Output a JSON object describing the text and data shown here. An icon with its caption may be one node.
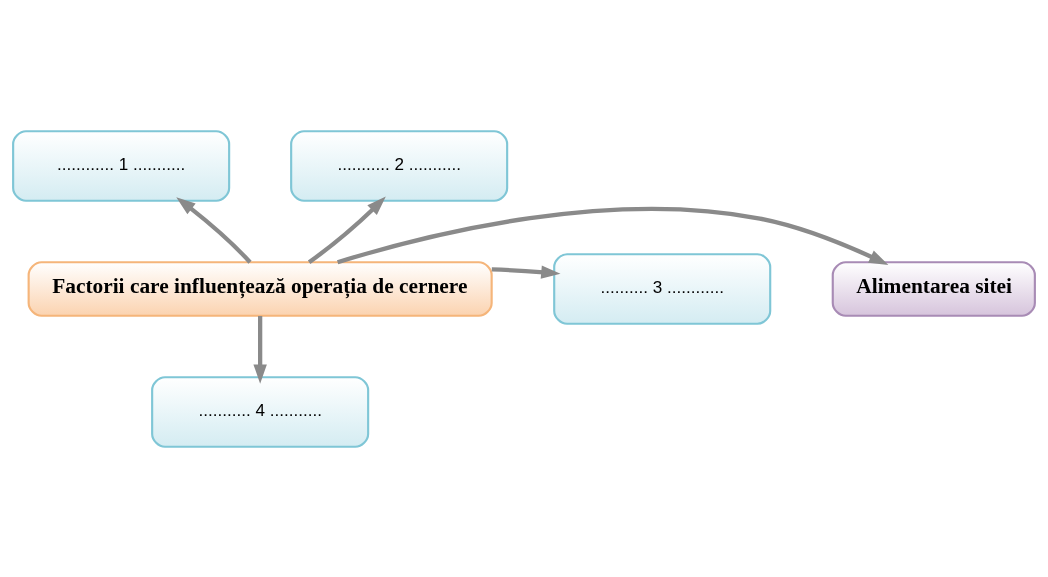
{
  "diagram": {
    "nodes": [
      {
        "text": [
          "............ 1 ..........."
        ]
      },
      {
        "text": [
          "........... 2 ..........."
        ]
      },
      {
        "text": [
          "Factorii care influențează operația de cernere"
        ]
      },
      {
        "text": [
          "Alimentarea sitei"
        ]
      },
      {
        "text": [
          ".......... 3 ............"
        ]
      },
      {
        "text": [
          "........... 4 ..........."
        ]
      }
    ],
    "edges": [
      {
        "from": 2,
        "to": 0,
        "arrow": "to"
      },
      {
        "from": 2,
        "to": 1,
        "arrow": "to"
      },
      {
        "from": 2,
        "to": 3,
        "arrow": "to"
      },
      {
        "from": 2,
        "to": 4,
        "arrow": "to"
      },
      {
        "from": 2,
        "to": 5,
        "arrow": "to"
      }
    ]
  }
}
